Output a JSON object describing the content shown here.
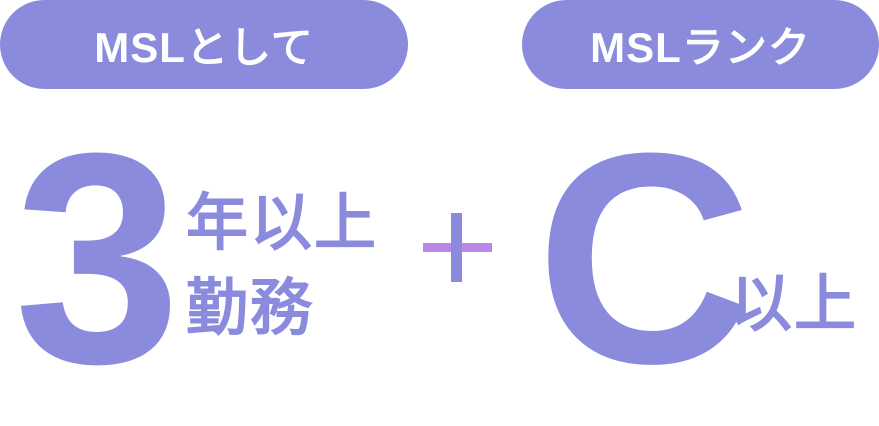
{
  "colors": {
    "primary": "#8a8bdd",
    "plus_horizontal": "#bb88ea",
    "pill_text": "#ffffff",
    "background": "#ffffff"
  },
  "left": {
    "pill_label": "MSLとして",
    "big_number": "3",
    "suffix_line1": "年以上",
    "suffix_line2": "勤務"
  },
  "operator": {
    "symbol": "plus-icon"
  },
  "right": {
    "pill_label": "MSLランク",
    "big_letter": "C",
    "suffix": "以上"
  }
}
